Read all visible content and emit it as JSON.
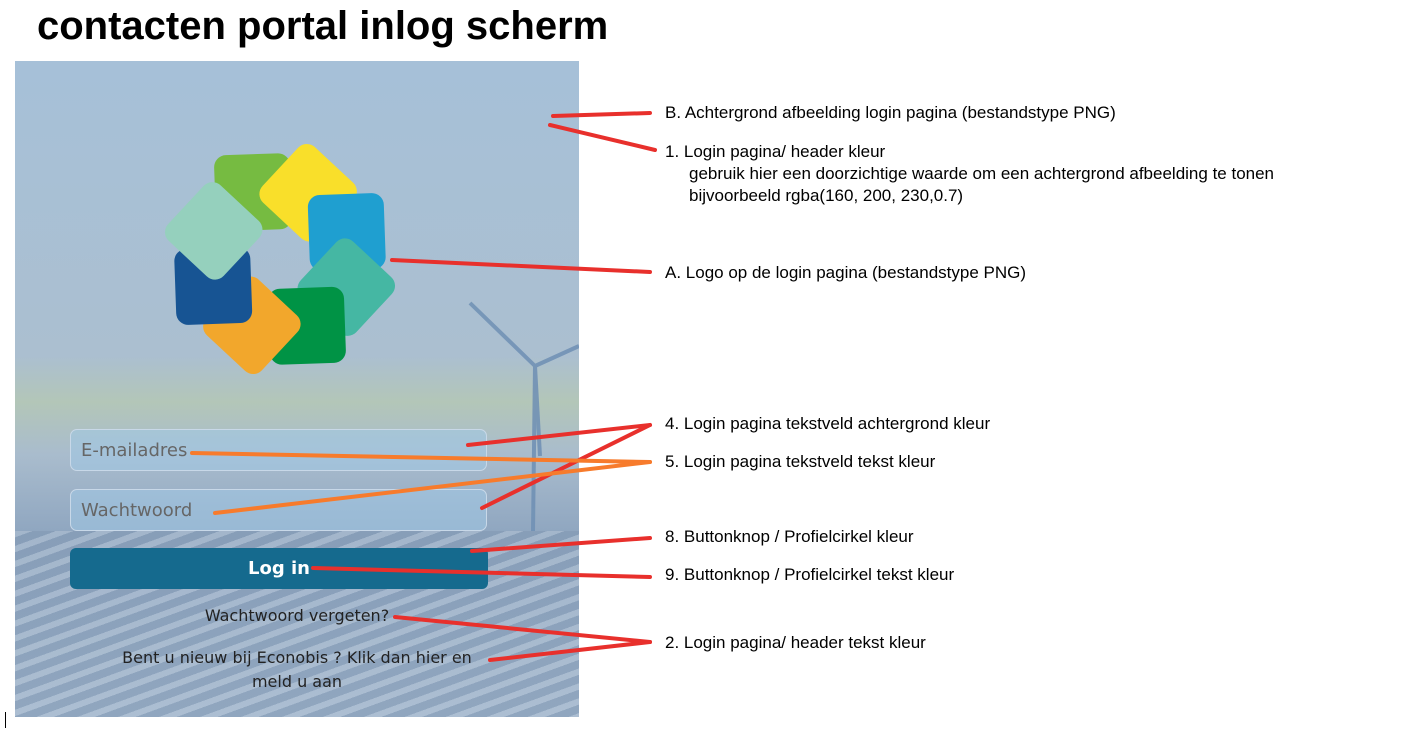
{
  "title": "contacten portal inlog scherm",
  "login": {
    "email_placeholder": "E-mailadres",
    "password_placeholder": "Wachtwoord",
    "login_button": "Log in",
    "forgot_password": "Wachtwoord vergeten?",
    "register_line1": "Bent u nieuw bij Econobis ? Klik dan hier en",
    "register_line2": "meld u aan"
  },
  "logo_colors": [
    "#76bb41",
    "#f9df2a",
    "#1f9fd0",
    "#45b7a3",
    "#009345",
    "#f2a72c",
    "#175493",
    "#95d0bd"
  ],
  "colors": {
    "button": "#156a8e",
    "annotation_line": "#e8302c",
    "text_line": "#f77b2c"
  },
  "annotations": {
    "b": "B. Achtergrond afbeelding login pagina (bestandstype PNG)",
    "one_title": "1. Login pagina/ header kleur",
    "one_line1": "gebruik hier een doorzichtige waarde om een achtergrond afbeelding te tonen",
    "one_line2": "bijvoorbeeld rgba(160, 200, 230,0.7)",
    "a": "A. Logo op de login pagina (bestandstype PNG)",
    "four": "4. Login pagina tekstveld achtergrond kleur",
    "five": "5. Login pagina tekstveld tekst kleur",
    "eight": "8. Buttonknop / Profielcirkel kleur",
    "nine": "9. Buttonknop / Profielcirkel tekst kleur",
    "two": "2. Login pagina/ header tekst kleur"
  }
}
